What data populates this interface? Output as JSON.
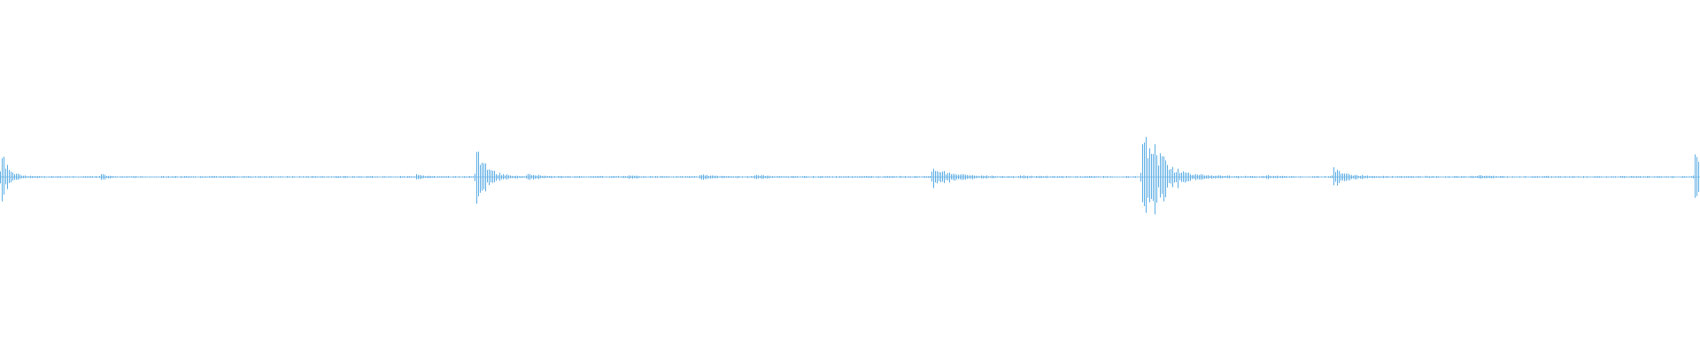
{
  "waveform": {
    "color": "#5aace4",
    "background": "#ffffff",
    "baseline_amplitude": 0.004,
    "transients": [
      {
        "pos": 0.0005,
        "peak": 0.2,
        "decay": 0.004
      },
      {
        "pos": 0.0595,
        "peak": 0.02,
        "decay": 0.003
      },
      {
        "pos": 0.245,
        "peak": 0.02,
        "decay": 0.004
      },
      {
        "pos": 0.28,
        "peak": 0.23,
        "decay": 0.006
      },
      {
        "pos": 0.31,
        "peak": 0.025,
        "decay": 0.006
      },
      {
        "pos": 0.37,
        "peak": 0.015,
        "decay": 0.003
      },
      {
        "pos": 0.412,
        "peak": 0.03,
        "decay": 0.004
      },
      {
        "pos": 0.444,
        "peak": 0.02,
        "decay": 0.004
      },
      {
        "pos": 0.548,
        "peak": 0.09,
        "decay": 0.01
      },
      {
        "pos": 0.6,
        "peak": 0.012,
        "decay": 0.003
      },
      {
        "pos": 0.672,
        "peak": 0.47,
        "decay": 0.01
      },
      {
        "pos": 0.745,
        "peak": 0.015,
        "decay": 0.004
      },
      {
        "pos": 0.784,
        "peak": 0.085,
        "decay": 0.007
      },
      {
        "pos": 0.87,
        "peak": 0.012,
        "decay": 0.004
      },
      {
        "pos": 0.997,
        "peak": 0.24,
        "decay": 0.004
      }
    ]
  }
}
